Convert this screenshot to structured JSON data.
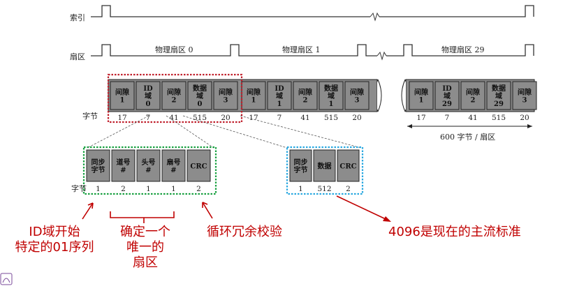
{
  "signals": {
    "index_label": "索引",
    "sector_label": "扇区",
    "sector_names": [
      "物理扇区 0",
      "物理扇区 1",
      "物理扇区 29"
    ]
  },
  "track": {
    "cells": [
      [
        "间隙",
        "1"
      ],
      [
        "ID",
        "域",
        "0"
      ],
      [
        "间隙",
        "2"
      ],
      [
        "数据",
        "域",
        "0"
      ],
      [
        "间隙",
        "3"
      ],
      [
        "间隙",
        "1"
      ],
      [
        "ID",
        "域",
        "1"
      ],
      [
        "间隙",
        "2"
      ],
      [
        "数据",
        "域",
        "1"
      ],
      [
        "间隙",
        "3"
      ],
      [
        "间隙",
        "1"
      ],
      [
        "ID",
        "域",
        "29"
      ],
      [
        "间隙",
        "2"
      ],
      [
        "数据",
        "域",
        "29"
      ],
      [
        "间隙",
        "3"
      ]
    ],
    "bytes_label": "字节",
    "bytes": [
      "17",
      "7",
      "41",
      "515",
      "20",
      "17",
      "7",
      "41",
      "515",
      "20",
      "17",
      "7",
      "41",
      "515",
      "20"
    ],
    "per_sector_label": "600 字节 / 扇区"
  },
  "id_field": {
    "cells": [
      [
        "同步",
        "字节"
      ],
      [
        "道号",
        "#"
      ],
      [
        "头号",
        "#"
      ],
      [
        "扇号",
        "#"
      ],
      [
        "CRC"
      ]
    ],
    "bytes_label": "字节",
    "bytes": [
      "1",
      "2",
      "1",
      "1",
      "2"
    ]
  },
  "data_field": {
    "cells": [
      [
        "同步",
        "字节"
      ],
      [
        "数据"
      ],
      [
        "CRC"
      ]
    ],
    "bytes": [
      "1",
      "512",
      "2"
    ]
  },
  "annotations": {
    "id_start": [
      "ID域开始",
      "特定的01序列"
    ],
    "unique_sector": [
      "确定一个",
      "唯一的",
      "扇区"
    ],
    "crc": "循环冗余校验",
    "size_4096": "4096是现在的主流标准"
  },
  "colors": {
    "red_box": "#c0202c",
    "green_box": "#18a040",
    "blue_box": "#2aa8e0",
    "annotation": "#c00000",
    "cell_fill": "#8c8c8c"
  }
}
